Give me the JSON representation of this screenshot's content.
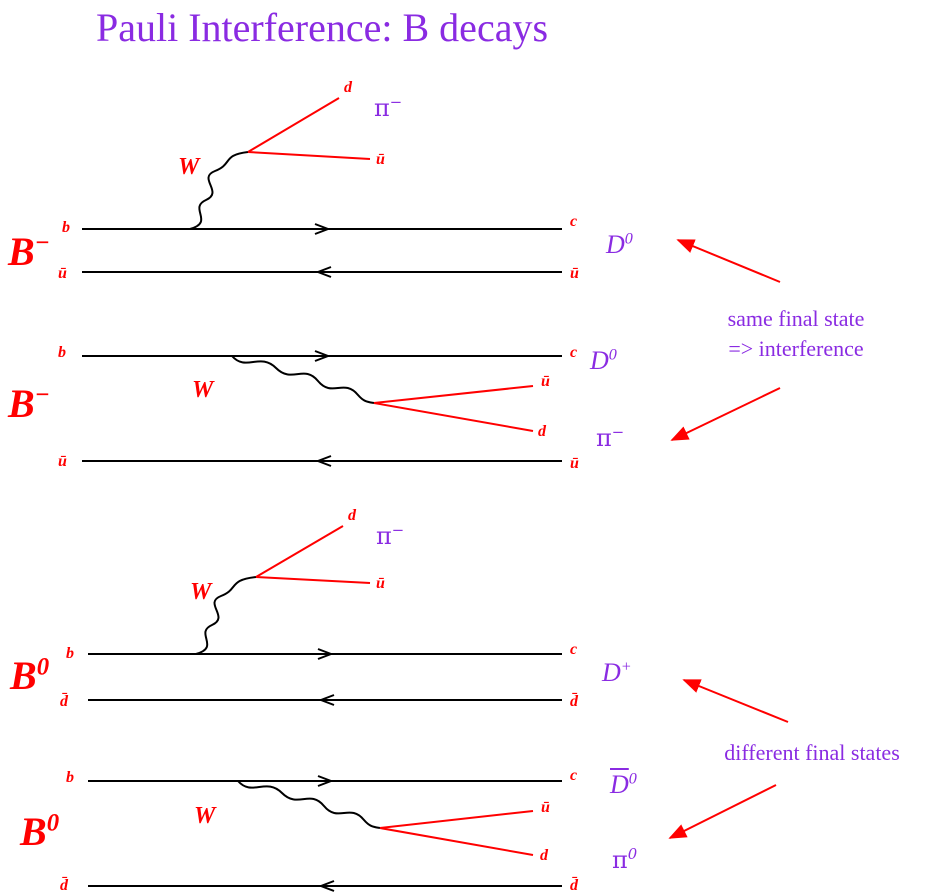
{
  "title": "Pauli Interference: B decays",
  "diagrams": [
    {
      "meson": "B",
      "meson_sup": "−",
      "W": "W",
      "top_in": "b",
      "top_out": "c",
      "bottom_in": "ū",
      "bottom_out": "ū",
      "emit_q1": "d",
      "emit_q2": "ū",
      "hadron1": "D",
      "hadron1_sup": "0",
      "hadron2": "π",
      "hadron2_sup": "−"
    },
    {
      "meson": "B",
      "meson_sup": "−",
      "W": "W",
      "top_in": "b",
      "top_out": "c",
      "bottom_in": "ū",
      "bottom_out": "ū",
      "emit_q1": "ū",
      "emit_q2": "d",
      "hadron1": "D",
      "hadron1_sup": "0",
      "hadron2": "π",
      "hadron2_sup": "−"
    },
    {
      "meson": "B",
      "meson_sup": "0",
      "W": "W",
      "top_in": "b",
      "top_out": "c",
      "bottom_in": "d̄",
      "bottom_out": "d̄",
      "emit_q1": "d",
      "emit_q2": "ū",
      "hadron1": "D",
      "hadron1_sup": "+",
      "hadron2": "π",
      "hadron2_sup": "−"
    },
    {
      "meson": "B",
      "meson_sup": "0",
      "W": "W",
      "top_in": "b",
      "top_out": "c",
      "bottom_in": "d̄",
      "bottom_out": "d̄",
      "emit_q1": "ū",
      "emit_q2": "d",
      "hadron1": "D",
      "hadron1_sup": "0",
      "hadron2": "π",
      "hadron2_sup": "0"
    }
  ],
  "annotations": {
    "same_line1": "same final state",
    "same_line2": "=> interference",
    "different": "different final states"
  },
  "colors": {
    "title": "#8a2be2",
    "quark_label": "#ff0000",
    "fermion_line": "#000000",
    "emitted_line": "#ff0000",
    "arrow": "#ff0000"
  }
}
